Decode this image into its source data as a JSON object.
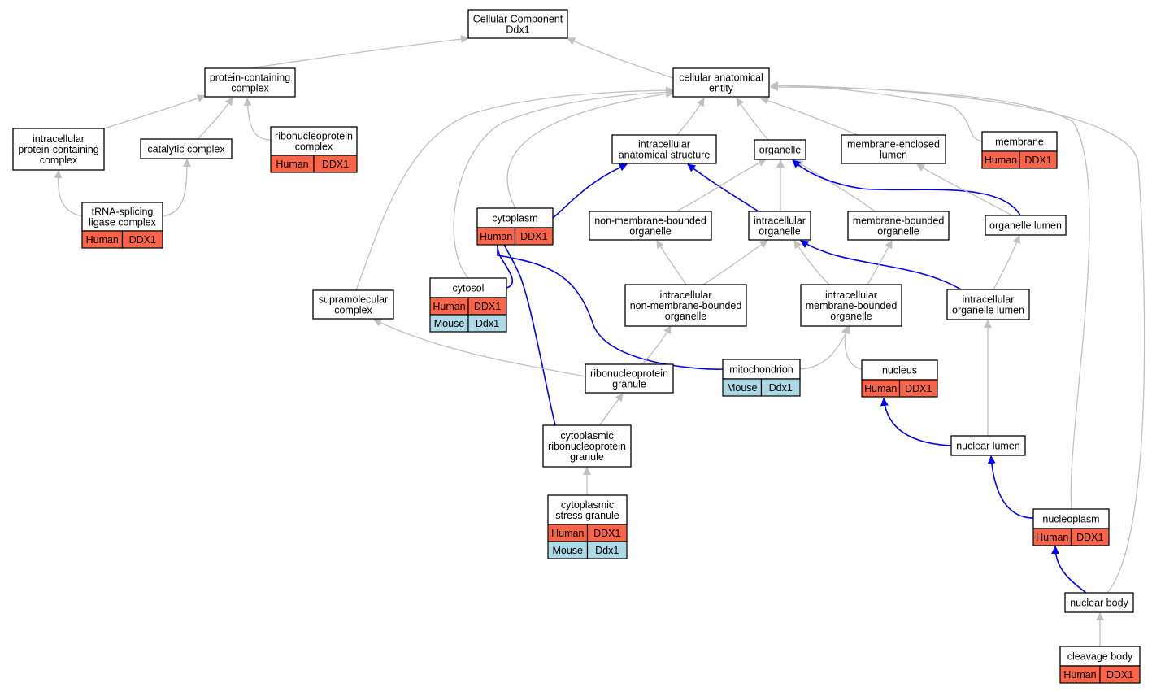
{
  "colors": {
    "human": "#fa6448",
    "mouse": "#add8e6",
    "edge_default": "#c0c0c0",
    "edge_highlight": "#0000ff"
  },
  "nodes": {
    "root": {
      "lines": [
        "Cellular Component",
        "Ddx1"
      ]
    },
    "protein_containing_complex": {
      "lines": [
        "protein-containing",
        "complex"
      ]
    },
    "cellular_anatomical_entity": {
      "lines": [
        "cellular anatomical",
        "entity"
      ]
    },
    "intracellular_protein_containing_complex": {
      "lines": [
        "intracellular",
        "protein-containing",
        "complex"
      ]
    },
    "catalytic_complex": {
      "lines": [
        "catalytic complex"
      ]
    },
    "ribonucleoprotein_complex": {
      "lines": [
        "ribonucleoprotein",
        "complex"
      ],
      "annotations": [
        [
          "Human",
          "DDX1"
        ]
      ]
    },
    "intracellular_anatomical_structure": {
      "lines": [
        "intracellular",
        "anatomical structure"
      ]
    },
    "organelle": {
      "lines": [
        "organelle"
      ]
    },
    "membrane_enclosed_lumen": {
      "lines": [
        "membrane-enclosed",
        "lumen"
      ]
    },
    "membrane": {
      "lines": [
        "membrane"
      ],
      "annotations": [
        [
          "Human",
          "DDX1"
        ]
      ]
    },
    "trna_splicing_ligase_complex": {
      "lines": [
        "tRNA-splicing",
        "ligase complex"
      ],
      "annotations": [
        [
          "Human",
          "DDX1"
        ]
      ]
    },
    "cytoplasm": {
      "lines": [
        "cytoplasm"
      ],
      "annotations": [
        [
          "Human",
          "DDX1"
        ]
      ]
    },
    "non_membrane_bounded_organelle": {
      "lines": [
        "non-membrane-bounded",
        "organelle"
      ]
    },
    "intracellular_organelle": {
      "lines": [
        "intracellular",
        "organelle"
      ]
    },
    "membrane_bounded_organelle": {
      "lines": [
        "membrane-bounded",
        "organelle"
      ]
    },
    "organelle_lumen": {
      "lines": [
        "organelle lumen"
      ]
    },
    "cytosol": {
      "lines": [
        "cytosol"
      ],
      "annotations": [
        [
          "Human",
          "DDX1"
        ],
        [
          "Mouse",
          "Ddx1"
        ]
      ]
    },
    "supramolecular_complex": {
      "lines": [
        "supramolecular",
        "complex"
      ]
    },
    "intracellular_non_membrane_bounded_organelle": {
      "lines": [
        "intracellular",
        "non-membrane-bounded",
        "organelle"
      ]
    },
    "intracellular_membrane_bounded_organelle": {
      "lines": [
        "intracellular",
        "membrane-bounded",
        "organelle"
      ]
    },
    "intracellular_organelle_lumen": {
      "lines": [
        "intracellular",
        "organelle lumen"
      ]
    },
    "mitochondrion": {
      "lines": [
        "mitochondrion"
      ],
      "annotations": [
        [
          "Mouse",
          "Ddx1"
        ]
      ]
    },
    "nucleus": {
      "lines": [
        "nucleus"
      ],
      "annotations": [
        [
          "Human",
          "DDX1"
        ]
      ]
    },
    "ribonucleoprotein_granule": {
      "lines": [
        "ribonucleoprotein",
        "granule"
      ]
    },
    "cytoplasmic_ribonucleoprotein_granule": {
      "lines": [
        "cytoplasmic",
        "ribonucleoprotein",
        "granule"
      ]
    },
    "nuclear_lumen": {
      "lines": [
        "nuclear lumen"
      ]
    },
    "cytoplasmic_stress_granule": {
      "lines": [
        "cytoplasmic",
        "stress granule"
      ],
      "annotations": [
        [
          "Human",
          "DDX1"
        ],
        [
          "Mouse",
          "Ddx1"
        ]
      ]
    },
    "nucleoplasm": {
      "lines": [
        "nucleoplasm"
      ],
      "annotations": [
        [
          "Human",
          "DDX1"
        ]
      ]
    },
    "nuclear_body": {
      "lines": [
        "nuclear body"
      ]
    },
    "cleavage_body": {
      "lines": [
        "cleavage body"
      ],
      "annotations": [
        [
          "Human",
          "DDX1"
        ]
      ]
    }
  },
  "edges": [
    {
      "from": "protein_containing_complex",
      "to": "root",
      "highlight": false
    },
    {
      "from": "cellular_anatomical_entity",
      "to": "root",
      "highlight": false
    },
    {
      "from": "intracellular_protein_containing_complex",
      "to": "protein_containing_complex",
      "highlight": false
    },
    {
      "from": "catalytic_complex",
      "to": "protein_containing_complex",
      "highlight": false
    },
    {
      "from": "ribonucleoprotein_complex",
      "to": "protein_containing_complex",
      "highlight": false
    },
    {
      "from": "trna_splicing_ligase_complex",
      "to": "intracellular_protein_containing_complex",
      "highlight": false
    },
    {
      "from": "trna_splicing_ligase_complex",
      "to": "catalytic_complex",
      "highlight": false
    },
    {
      "from": "intracellular_anatomical_structure",
      "to": "cellular_anatomical_entity",
      "highlight": false
    },
    {
      "from": "organelle",
      "to": "cellular_anatomical_entity",
      "highlight": false
    },
    {
      "from": "membrane_enclosed_lumen",
      "to": "cellular_anatomical_entity",
      "highlight": false
    },
    {
      "from": "membrane",
      "to": "cellular_anatomical_entity",
      "highlight": false
    },
    {
      "from": "cytoplasm",
      "to": "cellular_anatomical_entity",
      "highlight": false
    },
    {
      "from": "cytosol",
      "to": "cellular_anatomical_entity",
      "highlight": false
    },
    {
      "from": "supramolecular_complex",
      "to": "cellular_anatomical_entity",
      "highlight": false
    },
    {
      "from": "nucleoplasm",
      "to": "cellular_anatomical_entity",
      "highlight": false
    },
    {
      "from": "nuclear_body",
      "to": "cellular_anatomical_entity",
      "highlight": false
    },
    {
      "from": "cytoplasm",
      "to": "intracellular_anatomical_structure",
      "highlight": true
    },
    {
      "from": "intracellular_organelle",
      "to": "intracellular_anatomical_structure",
      "highlight": true
    },
    {
      "from": "non_membrane_bounded_organelle",
      "to": "organelle",
      "highlight": false
    },
    {
      "from": "intracellular_organelle",
      "to": "organelle",
      "highlight": false
    },
    {
      "from": "membrane_bounded_organelle",
      "to": "organelle",
      "highlight": false
    },
    {
      "from": "organelle_lumen",
      "to": "organelle",
      "highlight": true
    },
    {
      "from": "organelle_lumen",
      "to": "membrane_enclosed_lumen",
      "highlight": false
    },
    {
      "from": "cytosol",
      "to": "cytoplasm",
      "highlight": true
    },
    {
      "from": "mitochondrion",
      "to": "cytoplasm",
      "highlight": true
    },
    {
      "from": "cytoplasmic_ribonucleoprotein_granule",
      "to": "cytoplasm",
      "highlight": true
    },
    {
      "from": "intracellular_non_membrane_bounded_organelle",
      "to": "non_membrane_bounded_organelle",
      "highlight": false
    },
    {
      "from": "intracellular_non_membrane_bounded_organelle",
      "to": "intracellular_organelle",
      "highlight": false
    },
    {
      "from": "intracellular_membrane_bounded_organelle",
      "to": "intracellular_organelle",
      "highlight": false
    },
    {
      "from": "intracellular_organelle_lumen",
      "to": "intracellular_organelle",
      "highlight": true
    },
    {
      "from": "intracellular_membrane_bounded_organelle",
      "to": "membrane_bounded_organelle",
      "highlight": false
    },
    {
      "from": "intracellular_organelle_lumen",
      "to": "organelle_lumen",
      "highlight": false
    },
    {
      "from": "ribonucleoprotein_granule",
      "to": "supramolecular_complex",
      "highlight": false
    },
    {
      "from": "ribonucleoprotein_granule",
      "to": "intracellular_non_membrane_bounded_organelle",
      "highlight": false
    },
    {
      "from": "mitochondrion",
      "to": "intracellular_membrane_bounded_organelle",
      "highlight": false
    },
    {
      "from": "nucleus",
      "to": "intracellular_membrane_bounded_organelle",
      "highlight": false
    },
    {
      "from": "nuclear_lumen",
      "to": "intracellular_organelle_lumen",
      "highlight": false
    },
    {
      "from": "cytoplasmic_ribonucleoprotein_granule",
      "to": "ribonucleoprotein_granule",
      "highlight": false
    },
    {
      "from": "nuclear_lumen",
      "to": "nucleus",
      "highlight": true
    },
    {
      "from": "cytoplasmic_stress_granule",
      "to": "cytoplasmic_ribonucleoprotein_granule",
      "highlight": false
    },
    {
      "from": "nucleoplasm",
      "to": "nuclear_lumen",
      "highlight": true
    },
    {
      "from": "nuclear_body",
      "to": "nucleoplasm",
      "highlight": true
    },
    {
      "from": "cleavage_body",
      "to": "nuclear_body",
      "highlight": false
    }
  ]
}
